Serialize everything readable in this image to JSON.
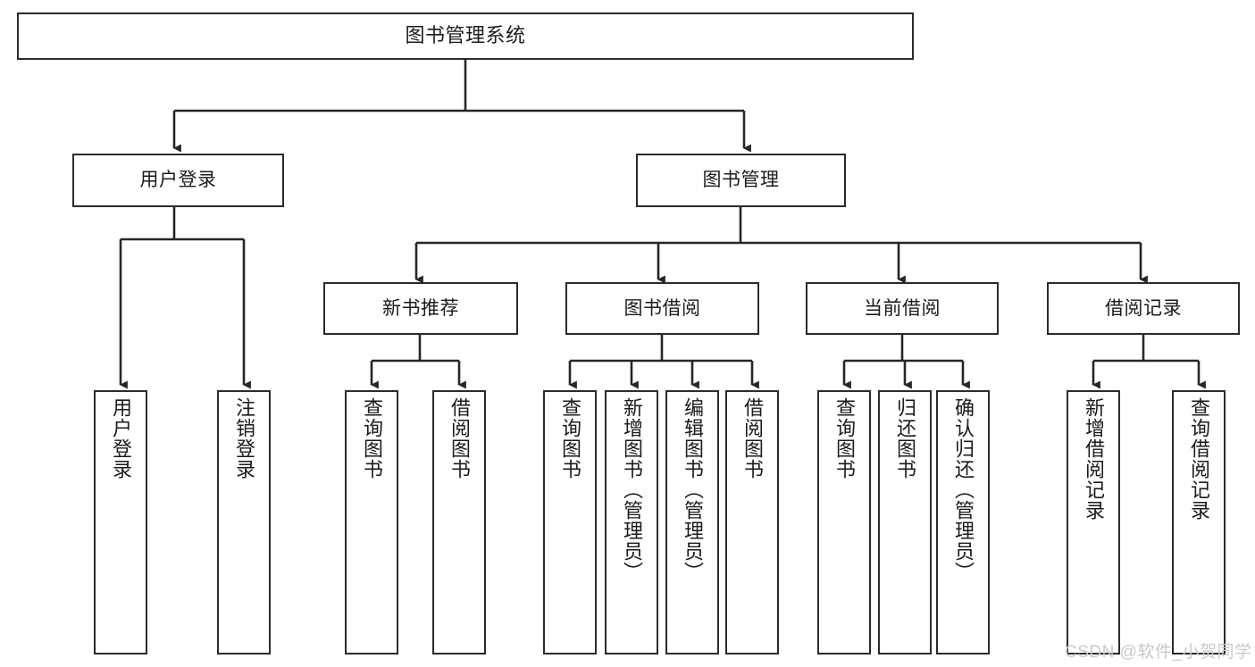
{
  "diagram": {
    "type": "tree-hierarchy",
    "title": "图书管理系统",
    "colors": {
      "box_border": "#2b2b2b",
      "box_fill": "#ffffff",
      "line": "#262626",
      "text": "#1b1b1b",
      "watermark": "#c9c9c9",
      "canvas": "#ffffff"
    },
    "nodes": {
      "root": {
        "label": "图书管理系统",
        "orientation": "horizontal"
      },
      "level2": [
        {
          "id": "user-login",
          "label": "用户登录",
          "orientation": "horizontal"
        },
        {
          "id": "book-management",
          "label": "图书管理",
          "orientation": "horizontal"
        }
      ],
      "level3": [
        {
          "id": "new-book-recommend",
          "label": "新书推荐",
          "orientation": "horizontal"
        },
        {
          "id": "book-borrow",
          "label": "图书借阅",
          "orientation": "horizontal"
        },
        {
          "id": "current-borrow",
          "label": "当前借阅",
          "orientation": "horizontal"
        },
        {
          "id": "borrow-record",
          "label": "借阅记录",
          "orientation": "horizontal"
        }
      ],
      "leaves": [
        {
          "id": "leaf-user-login",
          "label": "用户登录",
          "parent": "user-login",
          "orientation": "vertical"
        },
        {
          "id": "leaf-logout-login",
          "label": "注销登录",
          "parent": "user-login",
          "orientation": "vertical"
        },
        {
          "id": "leaf-query-book-1",
          "label": "查询图书",
          "parent": "new-book-recommend",
          "orientation": "vertical"
        },
        {
          "id": "leaf-borrow-book-1",
          "label": "借阅图书",
          "parent": "new-book-recommend",
          "orientation": "vertical"
        },
        {
          "id": "leaf-query-book-2",
          "label": "查询图书",
          "parent": "book-borrow",
          "orientation": "vertical"
        },
        {
          "id": "leaf-add-book-admin",
          "label": "新增图书（管理员）",
          "parent": "book-borrow",
          "orientation": "vertical"
        },
        {
          "id": "leaf-edit-book-admin",
          "label": "编辑图书（管理员）",
          "parent": "book-borrow",
          "orientation": "vertical"
        },
        {
          "id": "leaf-borrow-book-2",
          "label": "借阅图书",
          "parent": "book-borrow",
          "orientation": "vertical"
        },
        {
          "id": "leaf-query-book-3",
          "label": "查询图书",
          "parent": "current-borrow",
          "orientation": "vertical"
        },
        {
          "id": "leaf-return-book",
          "label": "归还图书",
          "parent": "current-borrow",
          "orientation": "vertical"
        },
        {
          "id": "leaf-confirm-return-admin",
          "label": "确认归还（管理员）",
          "parent": "current-borrow",
          "orientation": "vertical"
        },
        {
          "id": "leaf-add-borrow-record",
          "label": "新增借阅记录",
          "parent": "borrow-record",
          "orientation": "vertical"
        },
        {
          "id": "leaf-query-borrow-record",
          "label": "查询借阅记录",
          "parent": "borrow-record",
          "orientation": "vertical"
        }
      ]
    },
    "watermark": "CSDN @软件_小贺同学"
  }
}
